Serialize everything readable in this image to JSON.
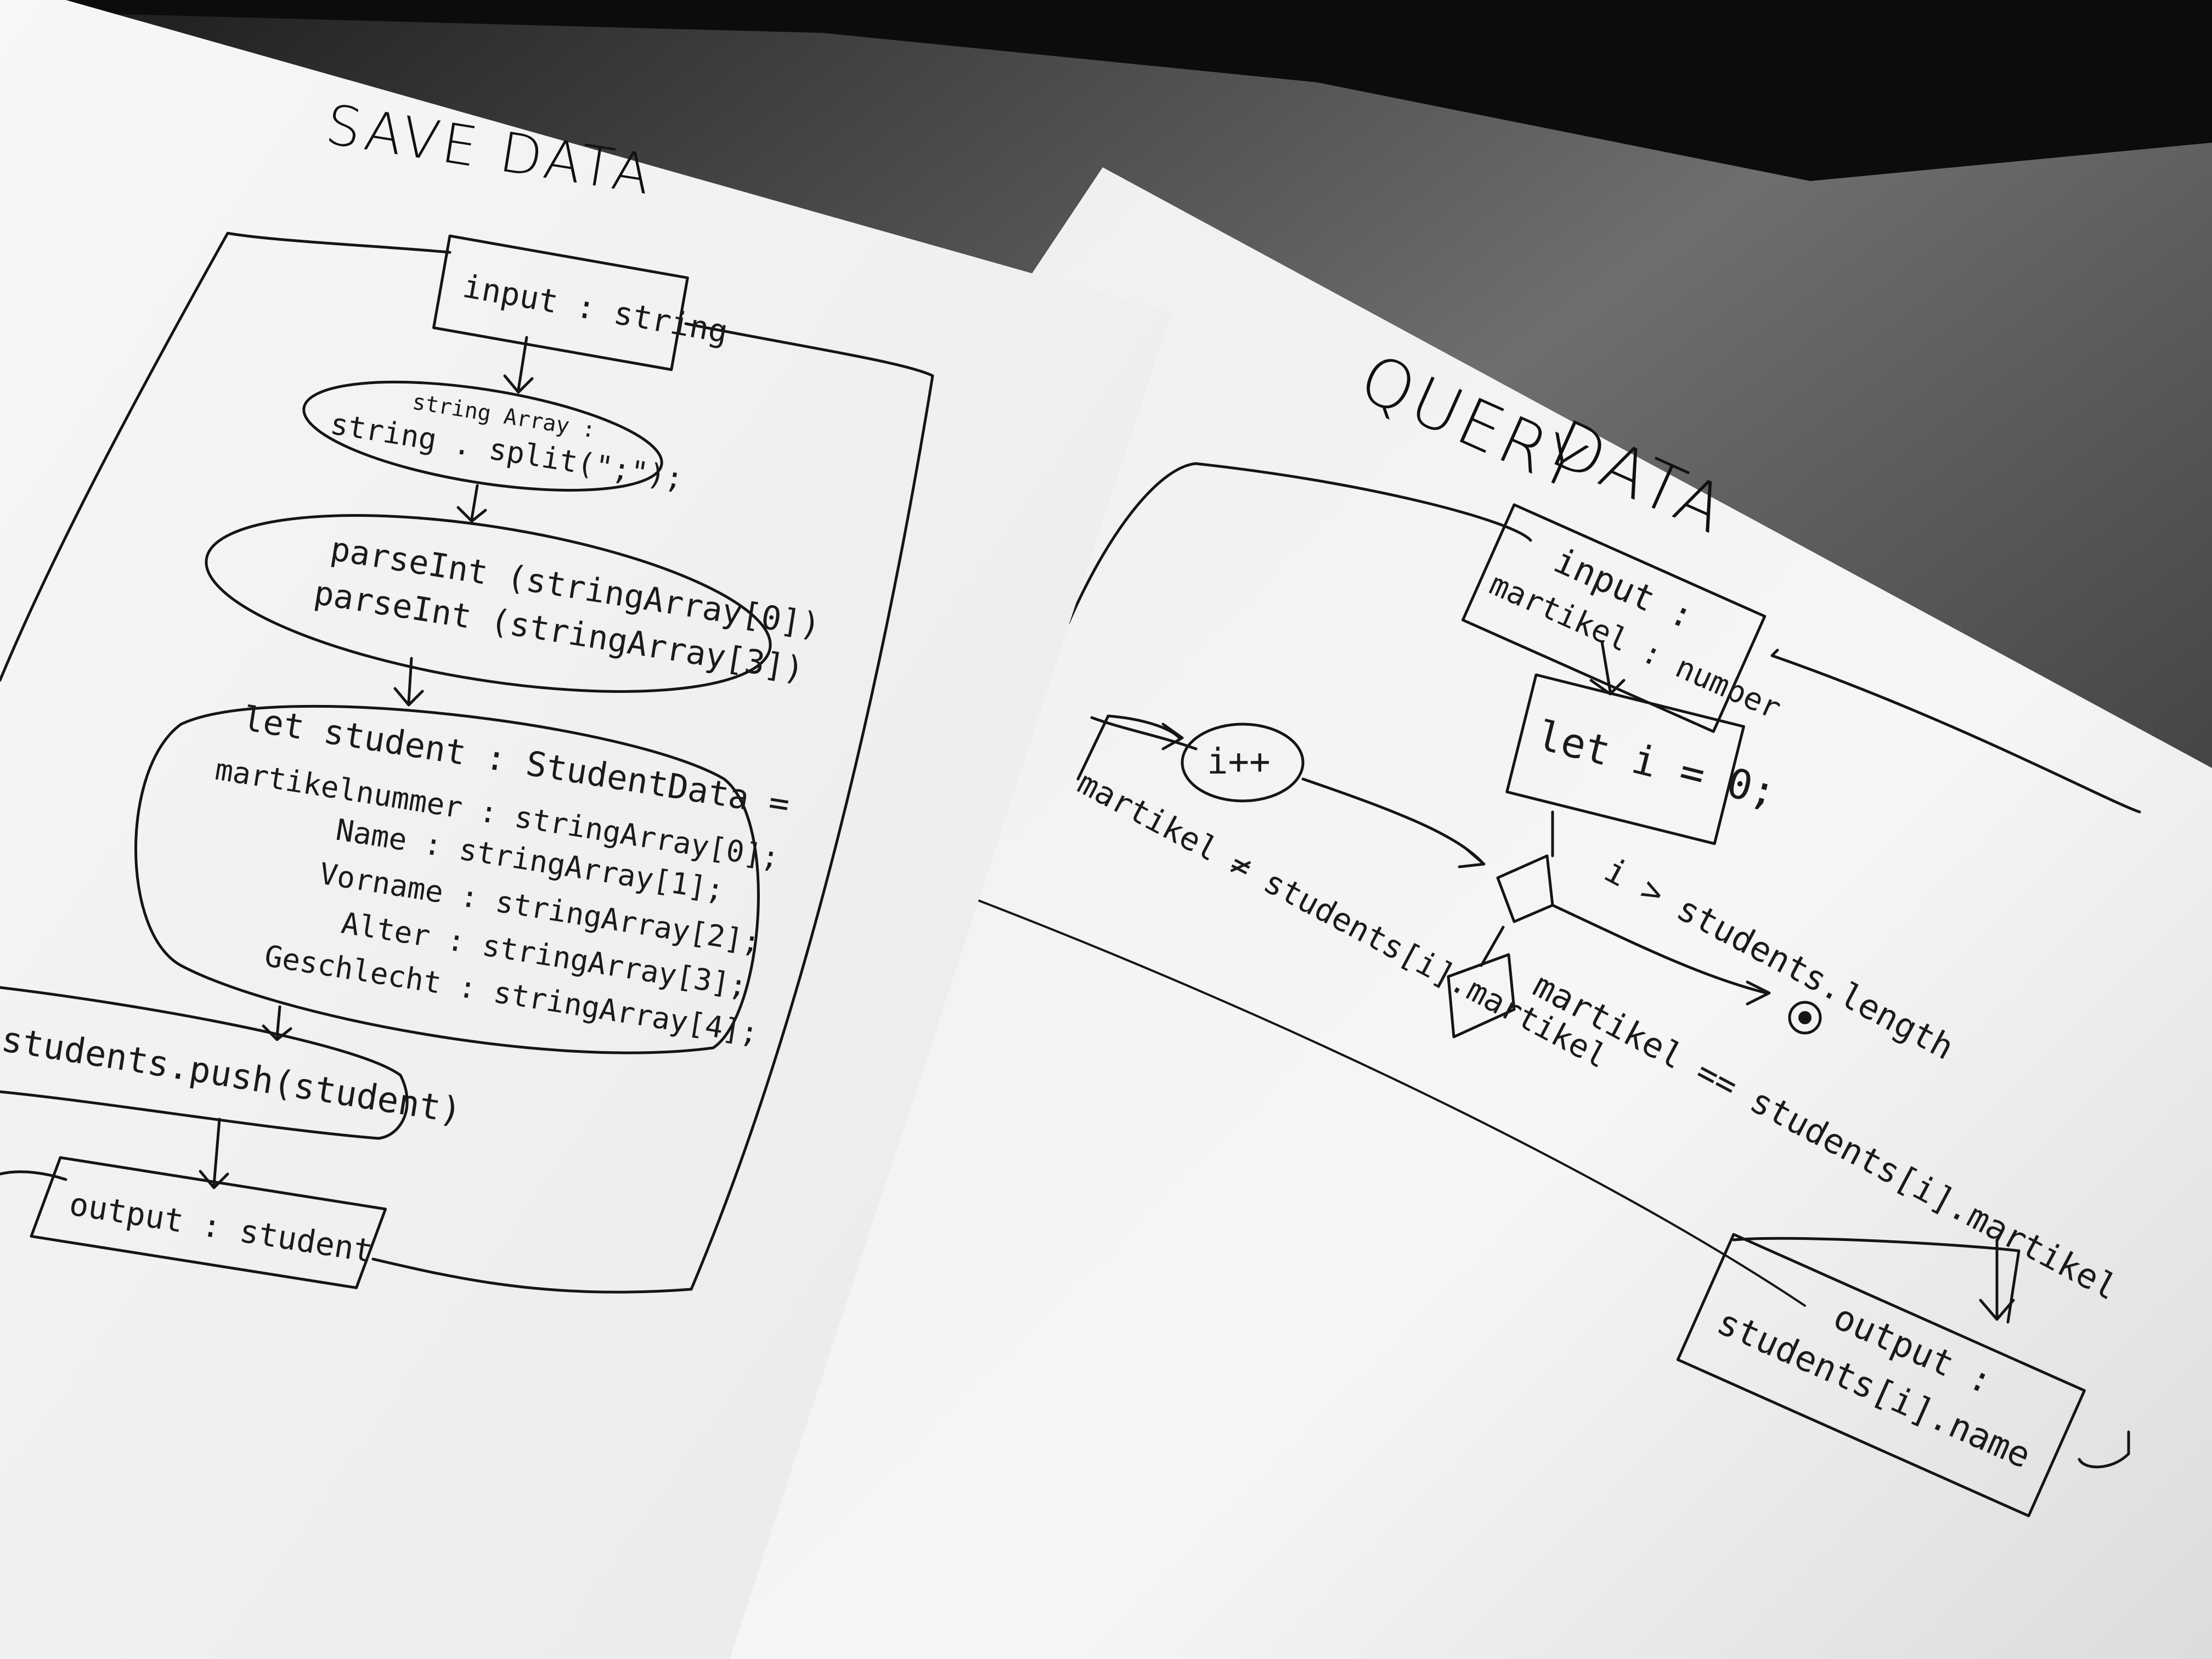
{
  "save_data": {
    "title": "SAVE DATA",
    "input_box": "input : string",
    "split_line1": "string Array :",
    "split_line2": "string . split(\";\");",
    "parse_line1": "parseInt (stringArray[0])",
    "parse_line2": "parseInt (stringArray[3])",
    "student_head": "let student : StudentData =",
    "student_fields": [
      "martikelnummer : stringArray[0];",
      "Name : stringArray[1];",
      "Vorname : stringArray[2];",
      "Alter : stringArray[3];",
      "Geschlecht : stringArray[4];"
    ],
    "push": "students.push(student)",
    "output_box": "output : student"
  },
  "query_data": {
    "title_line1": "QUERY",
    "title_line2": "DATA",
    "input_line1": "input :",
    "input_line2": "martikel : number",
    "init_box": "let i = 0;",
    "increment": "i++",
    "cond_not_equal": "martikel ≠ students[i].martikel",
    "cond_greater": "i > students.length",
    "cond_equal": "martikel == students[i].martikel",
    "output_line1": "output :",
    "output_line2": "students[i].name"
  },
  "colors": {
    "paper": "#f4f4f4",
    "paper_shadow": "#d9d9d9",
    "ink": "#151515",
    "desk": "#3a3a3a"
  }
}
